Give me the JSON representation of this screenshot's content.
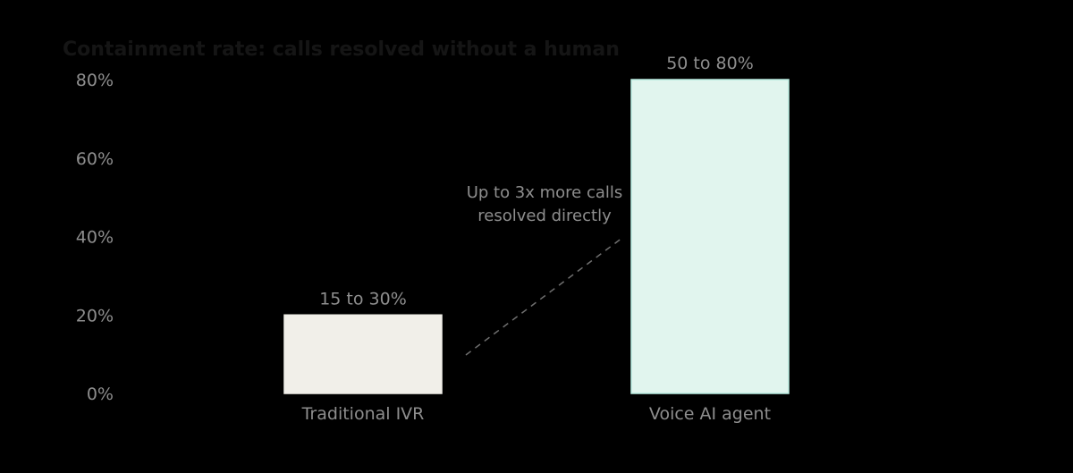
{
  "chart_data": {
    "type": "bar",
    "title": "Containment rate: calls resolved without a human",
    "xlabel": "",
    "ylabel": "",
    "categories": [
      "Traditional IVR",
      "Voice AI agent"
    ],
    "values": [
      20,
      80
    ],
    "data_labels": [
      "15 to 30%",
      "50 to 80%"
    ],
    "ylim": [
      0,
      80
    ],
    "yticks": [
      "0%",
      "20%",
      "40%",
      "60%",
      "80%"
    ],
    "ytick_values": [
      0,
      20,
      40,
      60,
      80
    ],
    "grid": false,
    "legend": "none",
    "bar_colors": [
      "#f1efe9",
      "#e1f5ee"
    ],
    "bar_edge_colors": [
      "#f1efe9",
      "#b8ece0"
    ],
    "annotation": {
      "lines": [
        "Up to 3x more calls",
        "resolved directly"
      ],
      "style": "dashed connector between bars"
    }
  }
}
